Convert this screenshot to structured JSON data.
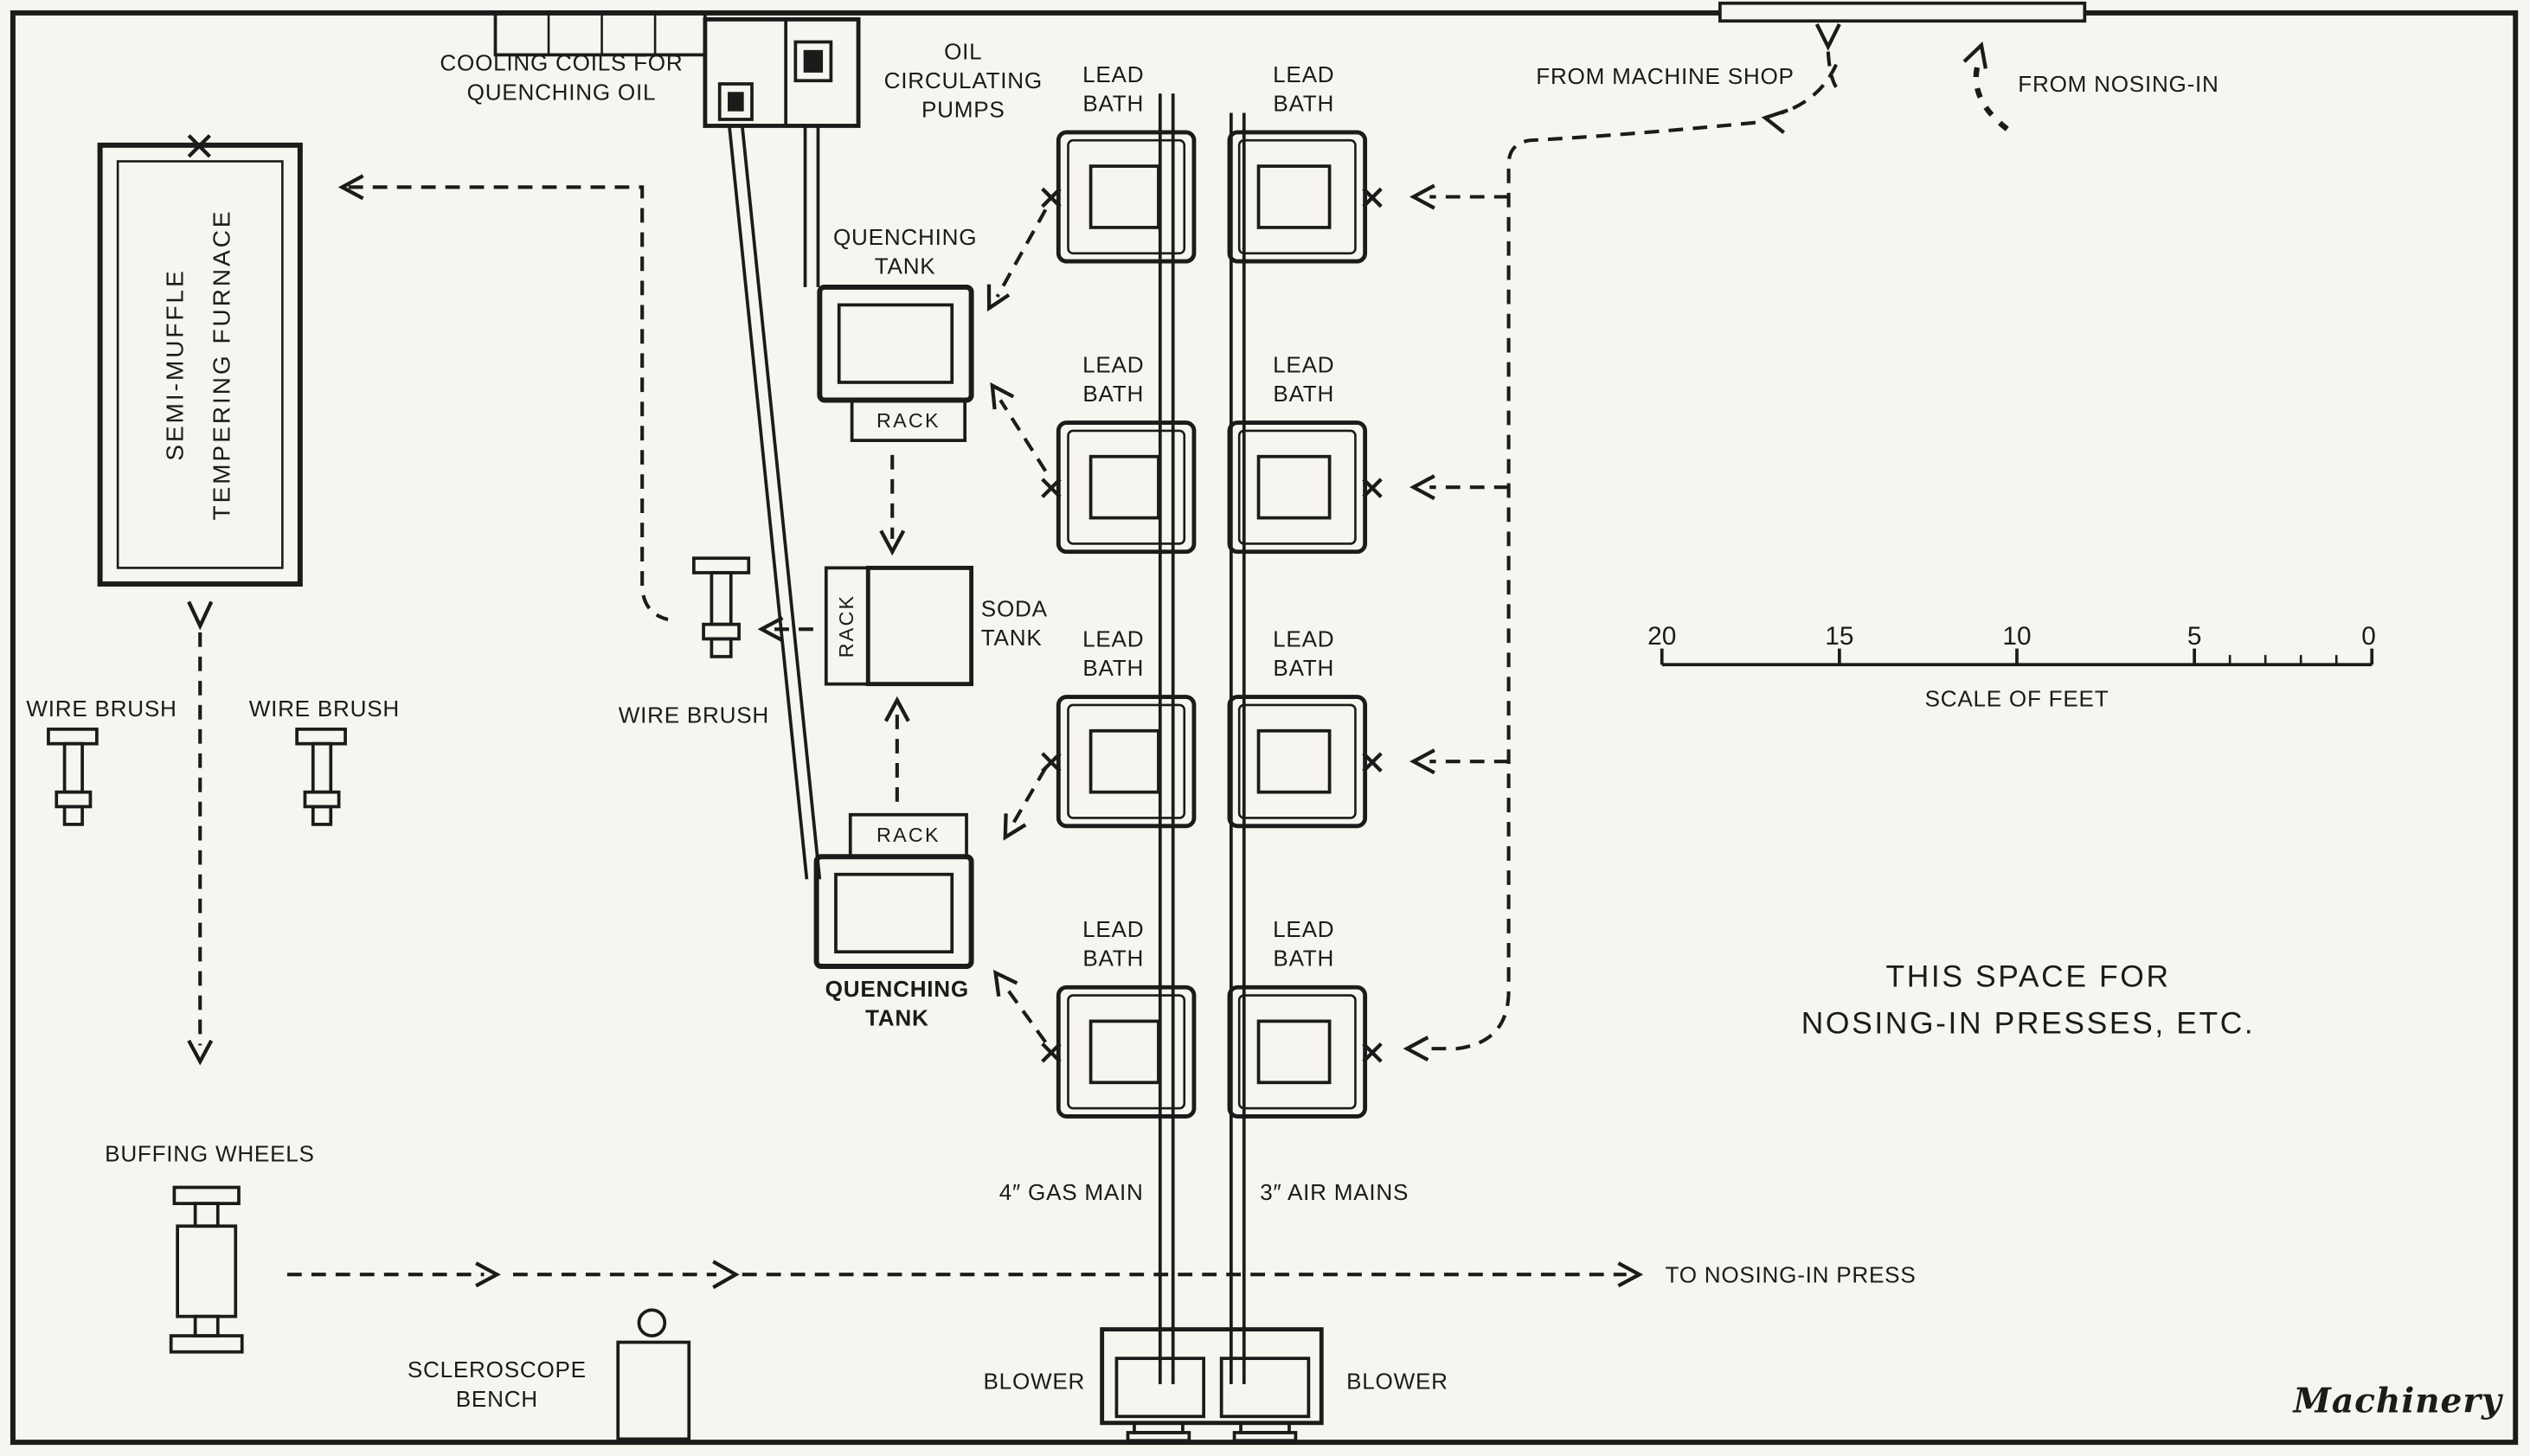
{
  "labels": {
    "cooling_coils": "COOLING COILS FOR\nQUENCHING OIL",
    "oil_pumps": "OIL\nCIRCULATING\nPUMPS",
    "furnace": "SEMI-MUFFLE\nTEMPERING FURNACE",
    "quenching_tank_top": "QUENCHING\nTANK",
    "quenching_tank_bottom": "QUENCHING\nTANK",
    "rack": "RACK",
    "soda_tank": "SODA\nTANK",
    "wire_brush": "WIRE BRUSH",
    "lead_bath": "LEAD\nBATH",
    "buffing_wheels": "BUFFING WHEELS",
    "scleroscope_bench": "SCLEROSCOPE\nBENCH",
    "blower": "BLOWER",
    "gas_main": "4″ GAS MAIN",
    "air_mains": "3″ AIR MAINS"
  },
  "flows": {
    "from_machine_shop": "FROM MACHINE SHOP",
    "from_nosing_in": "FROM NOSING-IN",
    "to_nosing_in_press": "TO NOSING-IN PRESS"
  },
  "notes": {
    "open_space": "THIS SPACE FOR\nNOSING-IN PRESSES, ETC."
  },
  "scale": {
    "ticks": [
      "20",
      "15",
      "10",
      "5",
      "0"
    ],
    "caption": "SCALE OF FEET"
  },
  "credit": "Machinery",
  "colors": {
    "paper": "#f7f5ef",
    "ink": "#1b1b1b"
  }
}
